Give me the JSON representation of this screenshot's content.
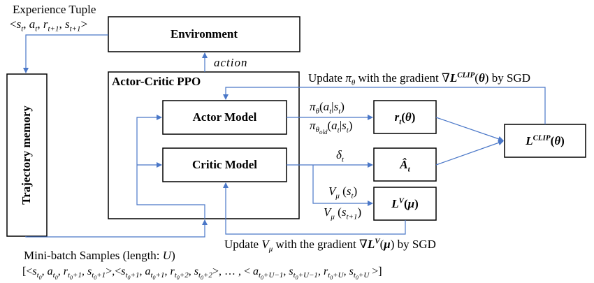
{
  "experience_tuple": {
    "title": "Experience Tuple",
    "tuple": "<s_t, a_t, r_{t+1}, s_{t+1}>"
  },
  "environment": {
    "label": "Environment"
  },
  "action_label": "action",
  "trajectory_memory": {
    "label": "Trajectory memory"
  },
  "actor_critic": {
    "label": "Actor-Critic PPO",
    "actor_model": "Actor Model",
    "critic_model": "Critic Model"
  },
  "update_policy": "Update π_θ with the gradient ∇L^CLIP(θ) by SGD",
  "update_value": "Update V_μ with the gradient ∇L^V(μ) by SGD",
  "signals": {
    "pi_theta": "π_θ(a_t|s_t)",
    "pi_theta_old": "π_θold(a_t|s_t)",
    "delta": "δ_t",
    "v_st": "V_μ (s_t)",
    "v_st1": "V_μ (s_{t+1})"
  },
  "blocks": {
    "ratio": "r_t(θ)",
    "advantage": "Â_t",
    "value_loss": "L^V(μ)",
    "clip_loss": "L^CLIP(θ)"
  },
  "minibatch": {
    "title": "Mini-batch Samples (length: U)",
    "sequence": "[<s_t0, a_t0, r_t0+1, s_t0+1>, <s_t0+1, a_t0+1, r_t0+2, s_t0+2>, ..., < a_t0+U-1, s_t0+U-1, r_t0+U, s_t0+U >]"
  }
}
